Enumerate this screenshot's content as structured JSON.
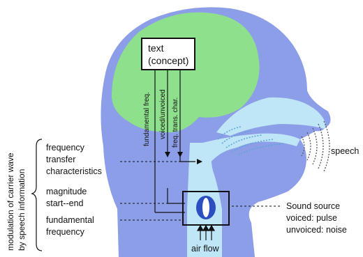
{
  "concept_box": {
    "line1": "text",
    "line2": "(concept)"
  },
  "vertical_labels": {
    "fundamental": "fundamental freq.",
    "voiced": "voiced/unvoiced",
    "freq_trans": "freq. trans. char."
  },
  "left_labels": {
    "frequency": "frequency",
    "transfer": "transfer",
    "characteristics": "characteristics",
    "magnitude": "magnitude",
    "start_end": "start--end",
    "fundamental": "fundamental",
    "frequency2": "frequency"
  },
  "side_caption": {
    "line1": "modulation of carrier wave",
    "line2": "by speech information"
  },
  "right_labels": {
    "speech": "speech",
    "sound_source": "Sound source",
    "voiced": "voiced: pulse",
    "unvoiced": "unvoiced: noise"
  },
  "bottom_label": {
    "air_flow": "air flow"
  },
  "colors": {
    "head": "#8d9ee8",
    "brain": "#8fe08c",
    "tract": "#bfe6f6",
    "tract_dark": "#5fa6d6",
    "source": "#2b4fbf"
  }
}
